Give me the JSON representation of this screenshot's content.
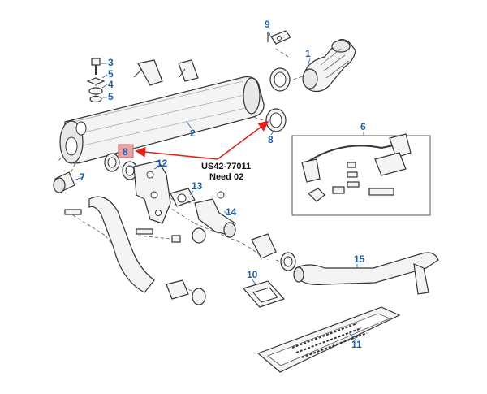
{
  "callouts": {
    "c1": "1",
    "c2": "2",
    "c3": "3",
    "c4": "4",
    "c5": "5",
    "c5b": "5",
    "c6": "6",
    "c7": "7",
    "c8a": "8",
    "c8b": "8",
    "c9": "9",
    "c10": "10",
    "c11": "11",
    "c12": "12",
    "c13": "13",
    "c14": "14",
    "c15": "15"
  },
  "annotation": {
    "part_number": "US42-77011",
    "need": "Need 02"
  },
  "colors": {
    "callout": "#1f5fa6",
    "highlight": "#e0221b",
    "highlight_fill": "#e9a3a3"
  }
}
